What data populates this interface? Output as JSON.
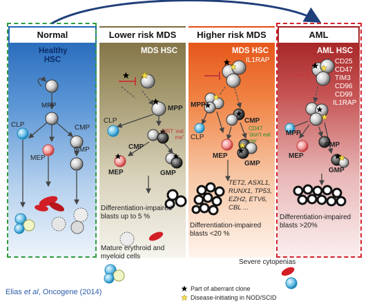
{
  "panels": {
    "normal": {
      "title": "Normal",
      "stem": "Healthy HSC"
    },
    "lower": {
      "title": "Lower risk MDS",
      "stem": "MDS HSC",
      "note_blasts": "Differentiation-impaired blasts up to 5 %",
      "note_mature": "Mature erythroid and myeloid cells"
    },
    "higher": {
      "title": "Higher risk MDS",
      "stem": "MDS HSC",
      "stem_marker": "IL1RAP",
      "genes": "TET2, ASXL1, RUNX1, TP53, EZH2, ETV6, CBL ...",
      "note_blasts": "Differentiation-impaired blasts <20 %",
      "note_cytopenia": "Severe cytopenias"
    },
    "aml": {
      "title": "AML",
      "stem": "AML HSC",
      "markers": [
        "CD25",
        "CD47",
        "TIM3",
        "CD96",
        "CD99",
        "IL1RAP"
      ],
      "note_blasts": "Differentiation-impaired blasts >20%"
    }
  },
  "cells": {
    "mpp": "MPP",
    "clp": "CLP",
    "cmp": "CMP",
    "mep": "MEP",
    "gmp": "GMP"
  },
  "signals": {
    "crt": "CRT 'eat me'",
    "cd47": "CD47 'don't eat me'"
  },
  "legend": {
    "black_star": "Part of aberrant clone",
    "yellow_star": "Disease-initiating in NOD/SCID"
  },
  "citation": {
    "authors": "Elias",
    "etal": "et al",
    "rest": ", Oncogene (2014)"
  },
  "colors": {
    "normal_border": "#2e9a3c",
    "aml_border": "#d4202a",
    "arrow": "#1f3f7a"
  }
}
